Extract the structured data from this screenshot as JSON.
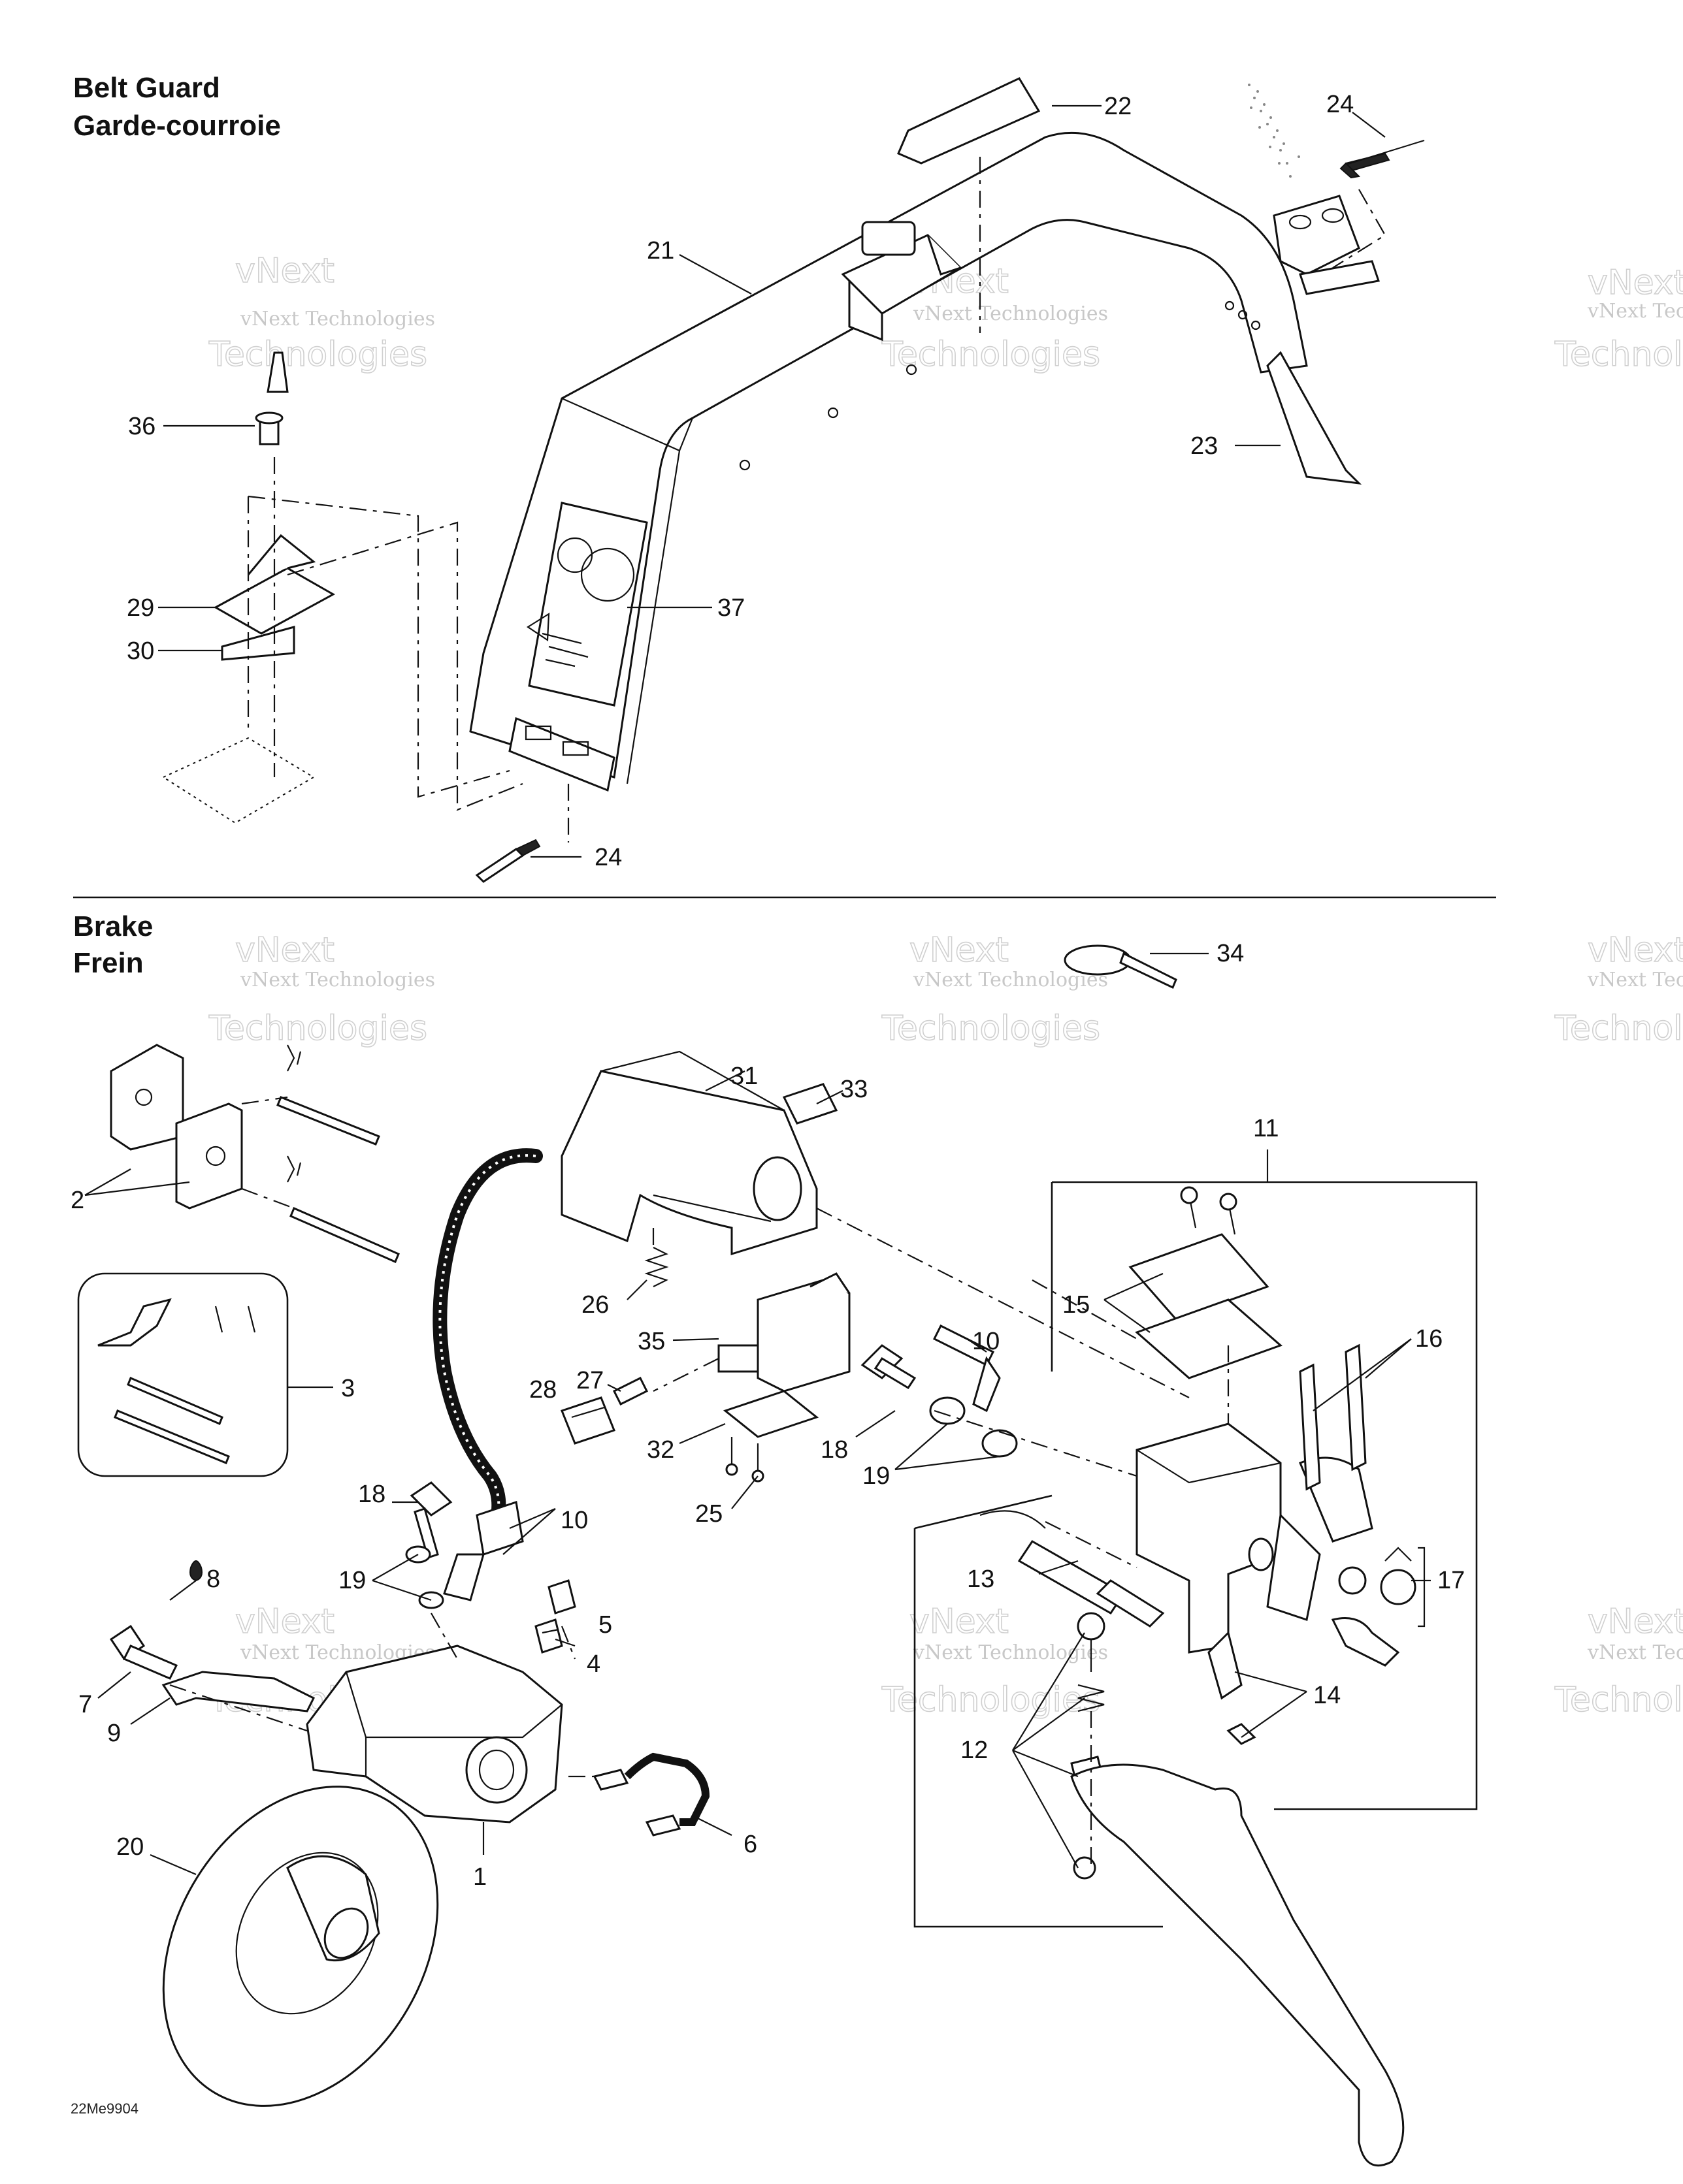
{
  "sections": {
    "belt_guard": {
      "title_en": "Belt Guard",
      "title_fr": "Garde-courroie"
    },
    "brake": {
      "title_en": "Brake",
      "title_fr": "Frein"
    }
  },
  "diagram_code": "22Me9904",
  "watermark": {
    "line1": "vNext Technologies",
    "line2": "Technologies",
    "line0": "vNext"
  },
  "callouts": {
    "c22": "22",
    "c24a": "24",
    "c21": "21",
    "c36": "36",
    "c23": "23",
    "c29": "29",
    "c37": "37",
    "c30": "30",
    "c24b": "24",
    "c34": "34",
    "c31": "31",
    "c33": "33",
    "c11": "11",
    "c2": "2",
    "c26": "26",
    "c15": "15",
    "c16": "16",
    "c35": "35",
    "c10a": "10",
    "c3": "3",
    "c28": "28",
    "c27": "27",
    "c32": "32",
    "c18a": "18",
    "c19a": "19",
    "c25": "25",
    "c18b": "18",
    "c10b": "10",
    "c19b": "19",
    "c8": "8",
    "c5": "5",
    "c13": "13",
    "c17": "17",
    "c4": "4",
    "c7": "7",
    "c9": "9",
    "c14": "14",
    "c12": "12",
    "c20": "20",
    "c6": "6",
    "c1": "1"
  }
}
